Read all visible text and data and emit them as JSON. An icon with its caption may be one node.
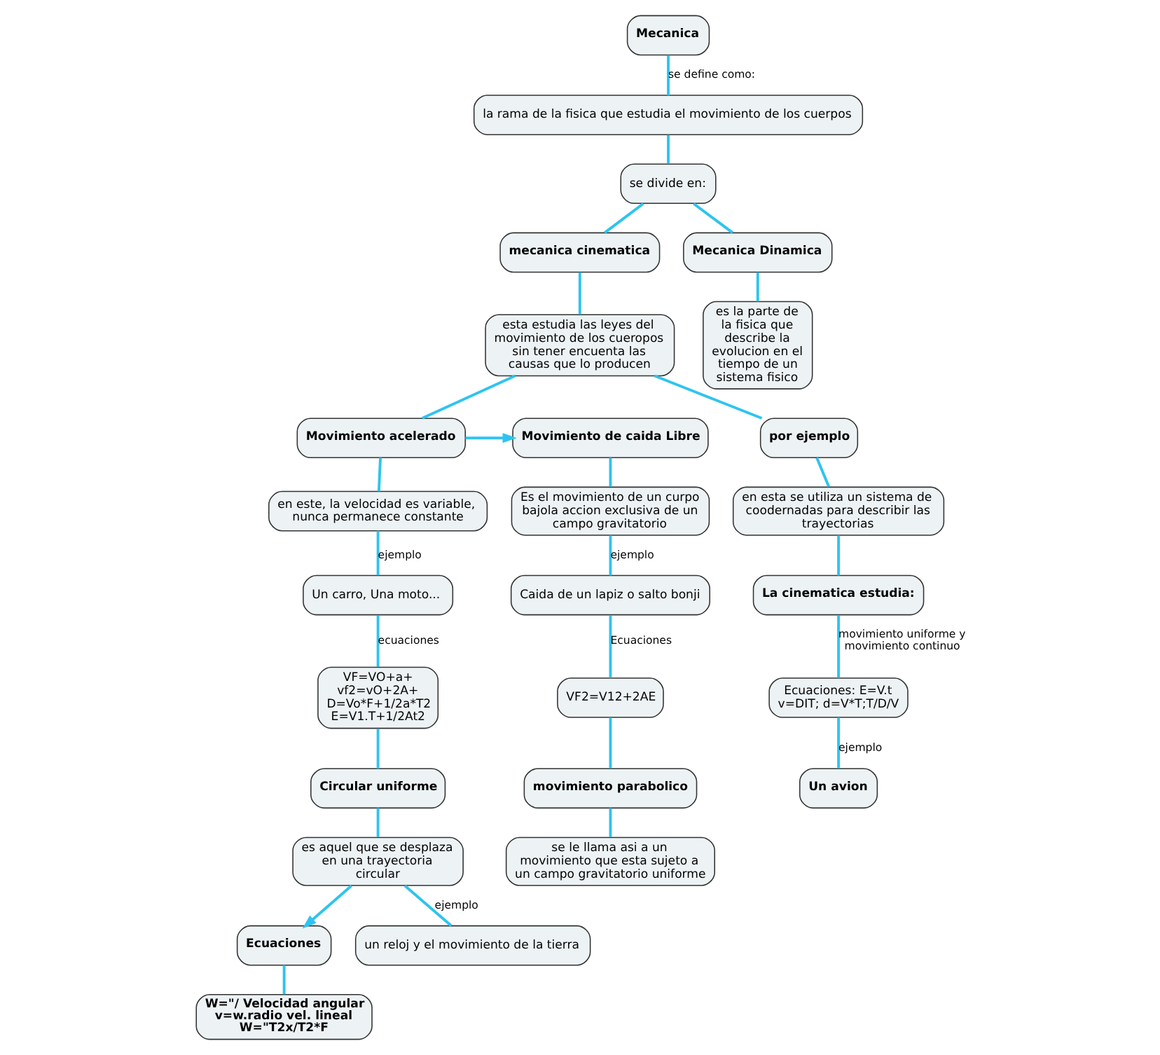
{
  "diagram": {
    "nodes": [
      {
        "text": [
          "Mecanica"
        ]
      },
      {
        "text": [
          "la rama de la fisica que estudia el movimiento de los cuerpos"
        ]
      },
      {
        "text": [
          "se divide en:"
        ]
      },
      {
        "text": [
          "mecanica cinematica"
        ]
      },
      {
        "text": [
          "Mecanica Dinamica"
        ]
      },
      {
        "text": [
          "esta estudia las leyes del movimiento de los cueropos sin tener encuenta las causas que lo producen"
        ]
      },
      {
        "text": [
          "es la parte de la fisica que describe la evolucion en el tiempo de un sistema fisico"
        ]
      },
      {
        "text": [
          "Movimiento acelerado"
        ]
      },
      {
        "text": [
          "Movimiento de caida Libre"
        ]
      },
      {
        "text": [
          "por ejemplo"
        ]
      },
      {
        "text": [
          "en este, la velocidad es variable, nunca permanece constante"
        ]
      },
      {
        "text": [
          "Es el movimiento de un curpo bajola accion exclusiva de un campo gravitatorio"
        ]
      },
      {
        "text": [
          "en esta se utiliza un sistema de coodernadas para describir las trayectorias"
        ]
      },
      {
        "text": [
          "Un carro, Una moto..."
        ]
      },
      {
        "text": [
          "Caida de un lapiz o salto bonji"
        ]
      },
      {
        "text": [
          "La cinematica estudia:"
        ]
      },
      {
        "text": [
          "VF=VO+a+ vf2=vO+2A+ D=Vo*F+1/2a*T2 E=V1.T+1/2At2"
        ]
      },
      {
        "text": [
          "VF2=V12+2AE"
        ]
      },
      {
        "text": [
          "Circular uniforme"
        ]
      },
      {
        "text": [
          "movimiento parabolico"
        ]
      },
      {
        "text": [
          "Ecuaciones: E=V.t v=DIT; d=V*T;T/D/V"
        ]
      },
      {
        "text": [
          "es aquel que se desplaza en una trayectoria circular"
        ]
      },
      {
        "text": [
          "se le llama asi a un movimiento que esta sujeto a un campo gravitatorio uniforme"
        ]
      },
      {
        "text": [
          "Ecuaciones"
        ]
      },
      {
        "text": [
          "un reloj y el movimiento de la tierra"
        ]
      },
      {
        "text": [
          "W=\"/ Velocidad angular v=w.radio vel. lineal W=\"T2x/T2*F"
        ]
      },
      {
        "text": [
          "Un avion"
        ]
      }
    ],
    "edges": [
      {
        "from": 0,
        "to": 1,
        "arrow": "none",
        "label": "se define como:"
      },
      {
        "from": 1,
        "to": 2,
        "arrow": "none"
      },
      {
        "from": 2,
        "to": 3,
        "arrow": "none"
      },
      {
        "from": 2,
        "to": 4,
        "arrow": "none"
      },
      {
        "from": 3,
        "to": 5,
        "arrow": "none"
      },
      {
        "from": 4,
        "to": 6,
        "arrow": "none"
      },
      {
        "from": 5,
        "to": 7,
        "arrow": "none"
      },
      {
        "from": 7,
        "to": 8,
        "arrow": "to"
      },
      {
        "from": 5,
        "to": 9,
        "arrow": "none"
      },
      {
        "from": 9,
        "to": 12,
        "arrow": "none"
      },
      {
        "from": 12,
        "to": 15,
        "arrow": "none"
      },
      {
        "from": 15,
        "to": 20,
        "arrow": "none",
        "label": "movimiento uniforme y movimiento continuo"
      },
      {
        "from": 20,
        "to": 26,
        "arrow": "none",
        "label": "ejemplo"
      },
      {
        "from": 7,
        "to": 10,
        "arrow": "none"
      },
      {
        "from": 10,
        "to": 13,
        "arrow": "none",
        "label": "ejemplo"
      },
      {
        "from": 13,
        "to": 16,
        "arrow": "none",
        "label": "ecuaciones"
      },
      {
        "from": 16,
        "to": 18,
        "arrow": "none"
      },
      {
        "from": 18,
        "to": 21,
        "arrow": "none"
      },
      {
        "from": 21,
        "to": 24,
        "arrow": "none",
        "label": "ejemplo"
      },
      {
        "from": 21,
        "to": 23,
        "arrow": "to"
      },
      {
        "from": 8,
        "to": 11,
        "arrow": "none"
      },
      {
        "from": 11,
        "to": 14,
        "arrow": "none",
        "label": "ejemplo"
      },
      {
        "from": 14,
        "to": 17,
        "arrow": "none",
        "label": "Ecuaciones"
      },
      {
        "from": 17,
        "to": 19,
        "arrow": "none"
      },
      {
        "from": 19,
        "to": 22,
        "arrow": "none"
      },
      {
        "from": 23,
        "to": 25,
        "arrow": "none"
      }
    ]
  }
}
